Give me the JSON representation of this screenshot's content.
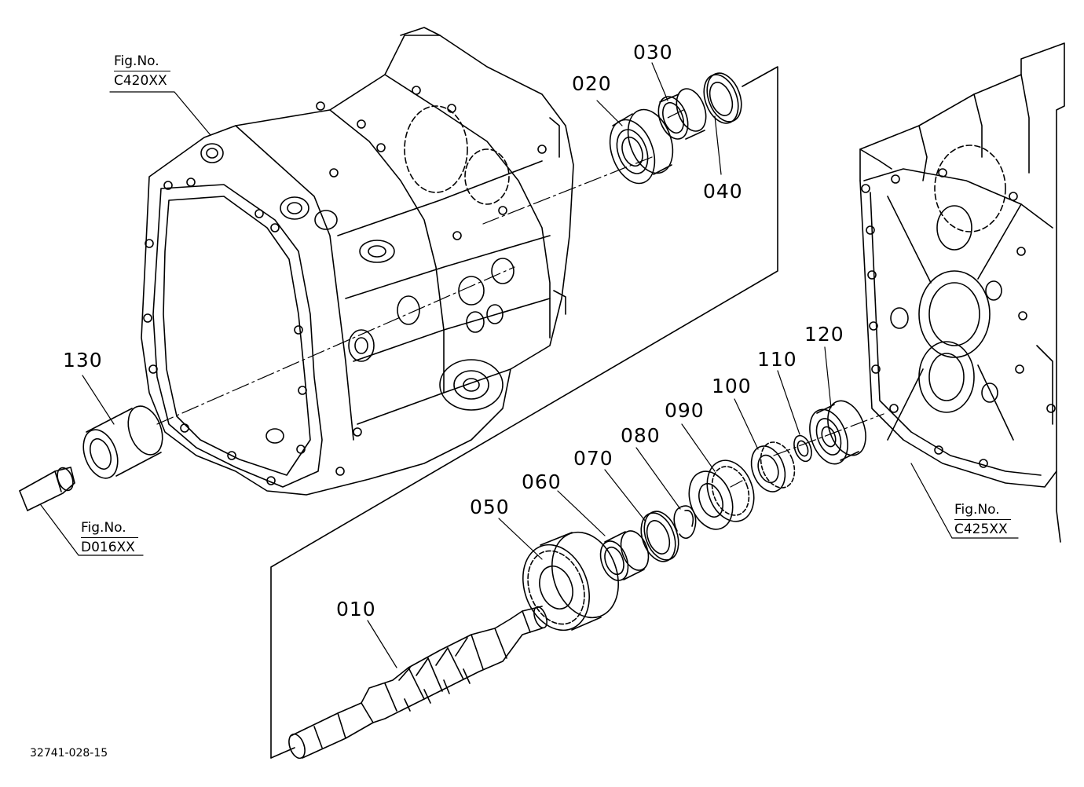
{
  "diagram": {
    "figure_refs": {
      "c420": {
        "line1": "Fig.No.",
        "line2": "C420XX"
      },
      "d016": {
        "line1": "Fig.No.",
        "line2": "D016XX"
      },
      "c425": {
        "line1": "Fig.No.",
        "line2": "C425XX"
      }
    },
    "part_labels": [
      "010",
      "020",
      "030",
      "040",
      "050",
      "060",
      "070",
      "080",
      "090",
      "100",
      "110",
      "120",
      "130"
    ],
    "drawing_code": "32741-028-15"
  }
}
